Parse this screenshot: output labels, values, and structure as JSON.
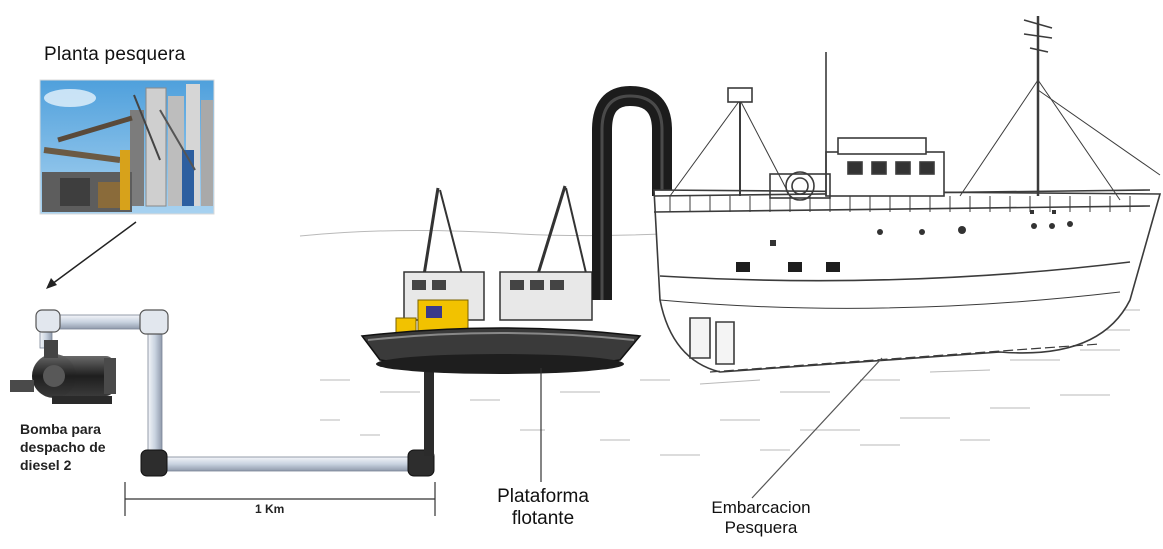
{
  "labels": {
    "plant": "Planta pesquera",
    "pump_line1": "Bomba para",
    "pump_line2": "despacho de",
    "pump_line3": "diesel 2",
    "distance": "1 Km",
    "platform_line1": "Plataforma",
    "platform_line2": "flotante",
    "vessel_line1": "Embarcacion",
    "vessel_line2": "Pesquera"
  },
  "colors": {
    "pipe": "#c9d3e0",
    "pipe_dark": "#2a2a2a",
    "hose": "#1c1c1c",
    "platform": "#333333",
    "sea_line": "#9a9a9a",
    "plant_sky": "#6fb3e6",
    "accent_yellow": "#f2c200"
  }
}
